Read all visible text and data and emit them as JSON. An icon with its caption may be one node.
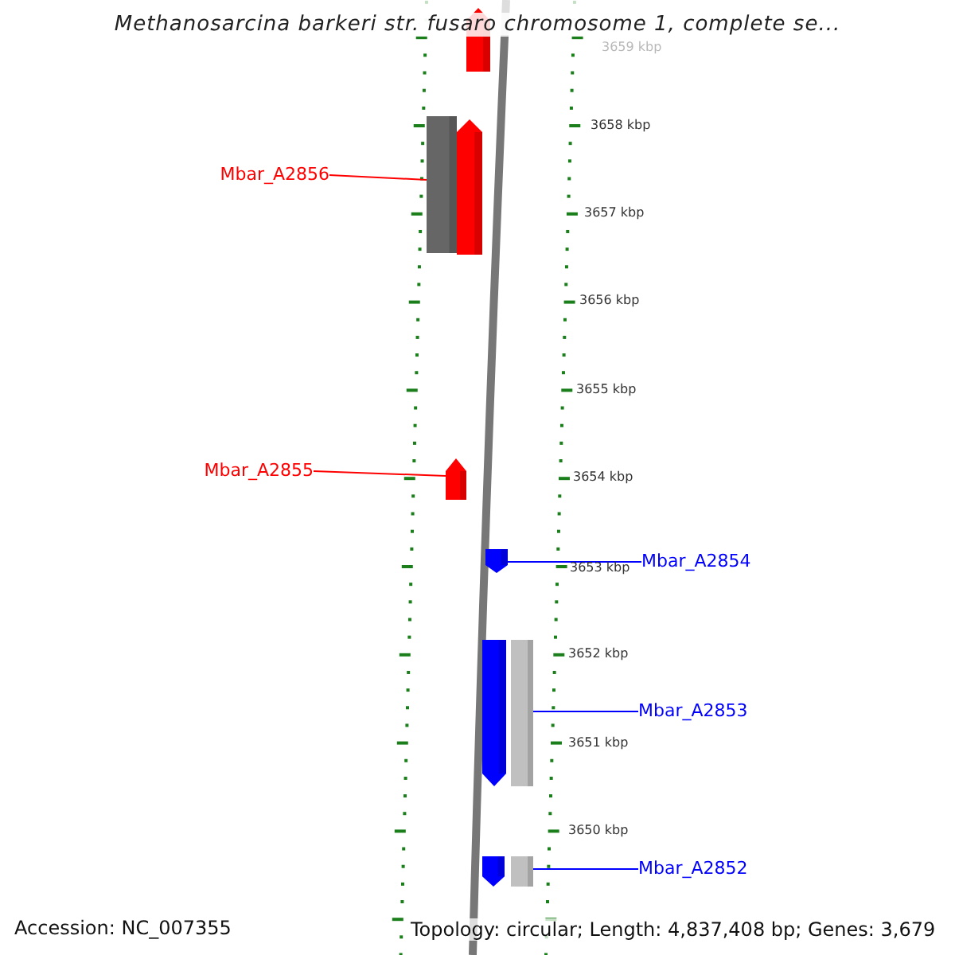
{
  "diagram": {
    "title": "Methanosarcina barkeri str. fusaro chromosome 1, complete se...",
    "nodes": [
      {
        "text": [],
        "shape": "arrow"
      },
      {
        "text": [],
        "shape": "bar"
      },
      {
        "text": [],
        "shape": "arrow"
      },
      {
        "text": [
          "Mbar_A2856"
        ]
      },
      {
        "text": [
          "Mbar_A2855"
        ]
      },
      {
        "text": [],
        "shape": "arrow"
      },
      {
        "text": [],
        "shape": "arrow"
      },
      {
        "text": [
          "Mbar_A2854"
        ]
      },
      {
        "text": [],
        "shape": "arrow"
      },
      {
        "text": [],
        "shape": "bar"
      },
      {
        "text": [
          "Mbar_A2853"
        ]
      },
      {
        "text": [],
        "shape": "arrow"
      },
      {
        "text": [],
        "shape": "bar"
      },
      {
        "text": [
          "Mbar_A2852"
        ]
      }
    ],
    "edges": [
      {
        "from": 3,
        "to": 1,
        "arrow": "none",
        "color": "#ff0000"
      },
      {
        "from": 4,
        "to": 5,
        "arrow": "none",
        "color": "#ff0000"
      },
      {
        "from": 7,
        "to": 6,
        "arrow": "none"
      },
      {
        "from": 10,
        "to": 9,
        "arrow": "none"
      },
      {
        "from": 13,
        "to": 12,
        "arrow": "none"
      }
    ],
    "labels": [
      "3659 kbp",
      "3658 kbp",
      "3657 kbp",
      "3656 kbp",
      "3655 kbp",
      "3654 kbp",
      "3653 kbp",
      "3652 kbp",
      "3651 kbp",
      "3650 kbp",
      "Accession: NC_007355",
      "Topology: circular; Length: 4,837,408 bp; Genes: 3,679"
    ]
  }
}
